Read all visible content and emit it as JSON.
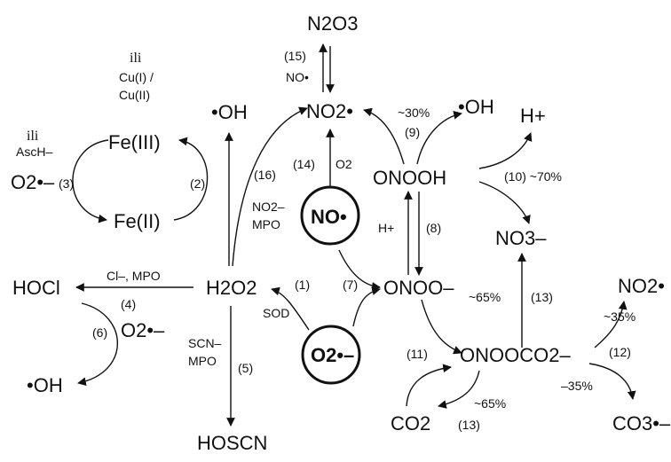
{
  "species": {
    "n2o3": "N2O3",
    "no2_top": "NO2•",
    "oh_left": "•OH",
    "oh_mid": "•OH",
    "h_plus_top": "H+",
    "fe3": "Fe(III)",
    "fe2": "Fe(II)",
    "o2_left": "O2•–",
    "onooh": "ONOOH",
    "no_center": "NO•",
    "no3": "NO3–",
    "hocl": "HOCl",
    "h2o2": "H2O2",
    "onoo": "ONOO–",
    "no2_right": "NO2•",
    "o2_small": "O2•–",
    "o2_center": "O2•–",
    "onoococ2": "ONOOCO2–",
    "oh_bottom": "•OH",
    "co2": "CO2",
    "co3": "CO3•–",
    "hoscn": "HOSCN"
  },
  "labels": {
    "r15": "(15)",
    "no_small": "NO•",
    "ili_top": "ili",
    "cu1": "Cu(I) /",
    "cu2": "Cu(II)",
    "ili_left": "ili",
    "asch": "AscH–",
    "pct30": "~30%",
    "r9": "(9)",
    "r3": "(3)",
    "r2": "(2)",
    "r16": "(16)",
    "r14": "(14)",
    "o2_small_r14": "O2",
    "r10": "(10) ~70%",
    "no2_minus": "NO2–",
    "mpo_16": "MPO",
    "h_plus_r8": "H+",
    "r8": "(8)",
    "cl_mpo": "Cl–, MPO",
    "r1": "(1)",
    "r7": "(7)",
    "pct65a": "~65%",
    "r13a": "(13)",
    "r4": "(4)",
    "sod": "SOD",
    "pct35a": "~35%",
    "r6": "(6)",
    "scn": "SCN–",
    "r5": "(5)",
    "mpo_5": "MPO",
    "r11": "(11)",
    "r12": "(12)",
    "pct35b": "–35%",
    "pct65b": "~65%",
    "r13b": "(13)"
  }
}
